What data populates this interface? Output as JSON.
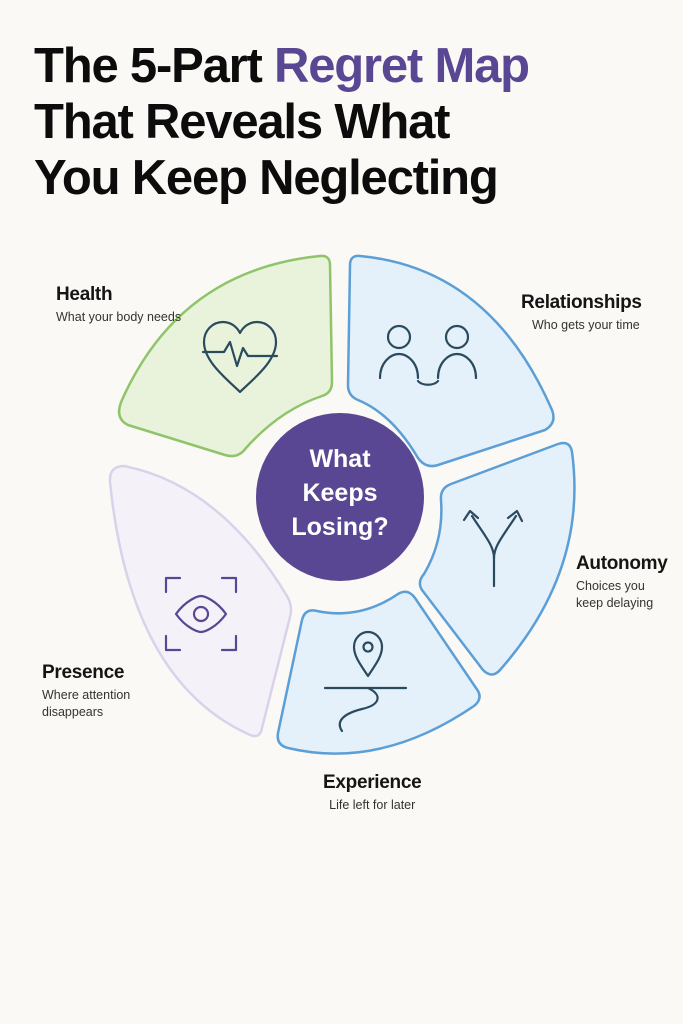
{
  "title": {
    "line1_prefix": "The 5-Part ",
    "line1_accent": "Regret Map",
    "line2": "That Reveals What",
    "line3": "You Keep Neglecting"
  },
  "center": {
    "text": "What\nKeeps\nLosing?"
  },
  "segments": [
    {
      "name": "Health",
      "description": "What your body needs",
      "icon": "heart-pulse-icon"
    },
    {
      "name": "Relationships",
      "description": "Who gets your time",
      "icon": "two-people-icon"
    },
    {
      "name": "Autonomy",
      "description": "Choices you\nkeep delaying",
      "icon": "fork-arrows-icon"
    },
    {
      "name": "Experience",
      "description": "Life left for later",
      "icon": "location-path-icon"
    },
    {
      "name": "Presence",
      "description": "Where attention\ndisappears",
      "icon": "focus-eye-icon"
    }
  ],
  "colors": {
    "accent": "#5a4794",
    "health": "#8fc46a",
    "health_fill": "#e9f3dc",
    "blue": "#5b9fd6",
    "blue_fill": "#e4f0fa",
    "presence": "#d9d2ea",
    "presence_fill": "#f4f1f8",
    "icon_dark": "#2a4a5e"
  }
}
